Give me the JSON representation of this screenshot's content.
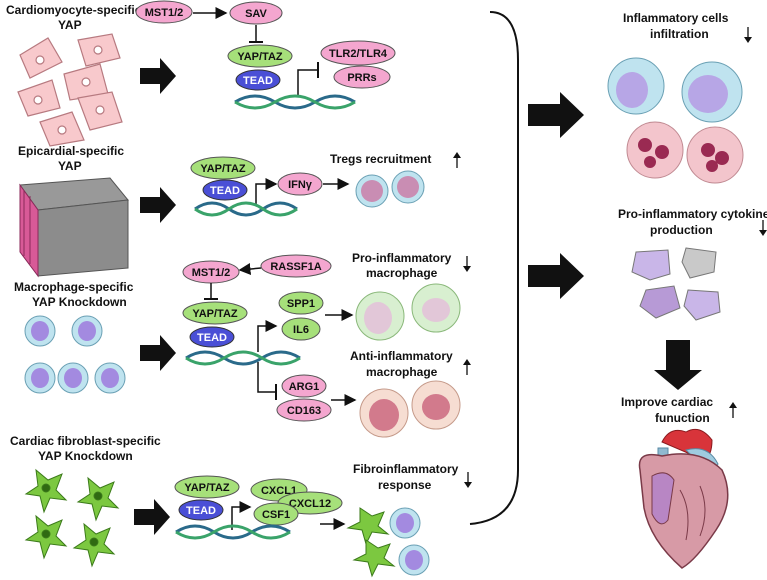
{
  "panels": {
    "cardio": {
      "title1": "Cardiomyocyte-specific",
      "title2": "YAP",
      "mst": "MST1/2",
      "sav": "SAV",
      "yap": "YAP/TAZ",
      "tead": "TEAD",
      "tlr": "TLR2/TLR4",
      "prr": "PRRs"
    },
    "epi": {
      "title1": "Epicardial-specific",
      "title2": "YAP",
      "yap": "YAP/TAZ",
      "tead": "TEAD",
      "ifn": "IFNγ",
      "result": "Tregs recruitment",
      "trend": "up"
    },
    "macro": {
      "title1": "Macrophage-specific",
      "title2": "YAP Knockdown",
      "rassf": "RASSF1A",
      "mst": "MST1/2",
      "yap": "YAP/TAZ",
      "tead": "TEAD",
      "spp1": "SPP1",
      "il6": "IL6",
      "arg1": "ARG1",
      "cd163": "CD163",
      "pro1": "Pro-inflammatory",
      "pro2": "macrophage",
      "anti1": "Anti-inflammatory",
      "anti2": "macrophage"
    },
    "fibro": {
      "title1": "Cardiac fibroblast-specific",
      "title2": "YAP Knockdown",
      "yap": "YAP/TAZ",
      "tead": "TEAD",
      "cxcl1": "CXCL1",
      "cxcl12": "CXCL12",
      "csf1": "CSF1",
      "res1": "Fibroinflammatory",
      "res2": "response"
    }
  },
  "outcomes": {
    "infl1": "Inflammatory cells",
    "infl2": "infiltration",
    "cyto1": "Pro-inflammatory cytokines",
    "cyto2": "production",
    "heart1": "Improve cardiac",
    "heart2": "funuction"
  },
  "colors": {
    "pink": "#f4a6cf",
    "green": "#a6e07a",
    "blue": "#4a4fd6",
    "cell_pink": "#f8c9cc",
    "heart_red": "#c8333a"
  }
}
